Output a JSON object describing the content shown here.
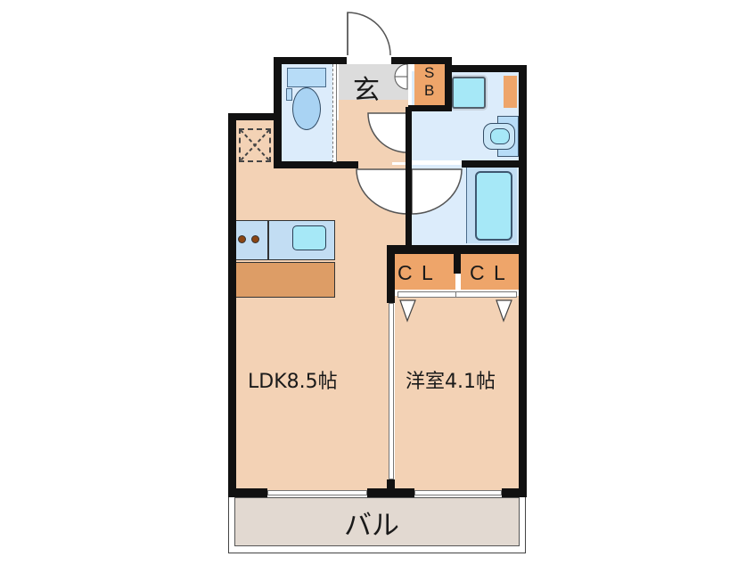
{
  "floorplan": {
    "rooms": {
      "ldk": {
        "label": "LDK8.5帖",
        "type": "LDK",
        "size_jo": 8.5
      },
      "western_room": {
        "label": "洋室4.1帖",
        "type": "洋室",
        "size_jo": 4.1
      },
      "entrance": {
        "label": "玄"
      },
      "shoe_box": {
        "label_top": "S",
        "label_bottom": "B"
      },
      "closet_left": {
        "label": "C L"
      },
      "closet_right": {
        "label": "C L"
      },
      "balcony": {
        "label": "バル"
      }
    },
    "colors": {
      "wall": "#111111",
      "wood_floor": "#f3d2b5",
      "wet_area": "#dcecfb",
      "fixture_blue": "#a6e8f7",
      "storage_orange": "#eea56a",
      "counter_brown": "#dd9d66",
      "entrance_gray": "#dcdcdc",
      "balcony_gray": "#e2d9d1"
    }
  }
}
